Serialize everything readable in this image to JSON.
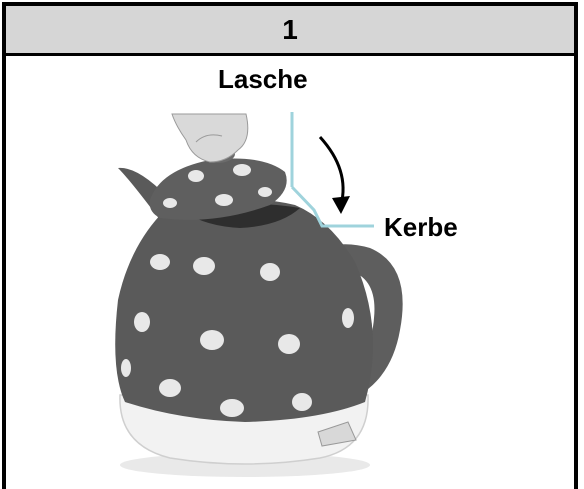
{
  "step": {
    "number": "1"
  },
  "labels": {
    "tab": "Lasche",
    "notch": "Kerbe"
  },
  "colors": {
    "header_bg": "#d6d6d6",
    "kettle_body": "#5a5a5a",
    "dots": "#e8e8e8",
    "callout_line": "#9fd3dc"
  },
  "icons": {
    "arrow": "curved-arrow-down-icon"
  }
}
